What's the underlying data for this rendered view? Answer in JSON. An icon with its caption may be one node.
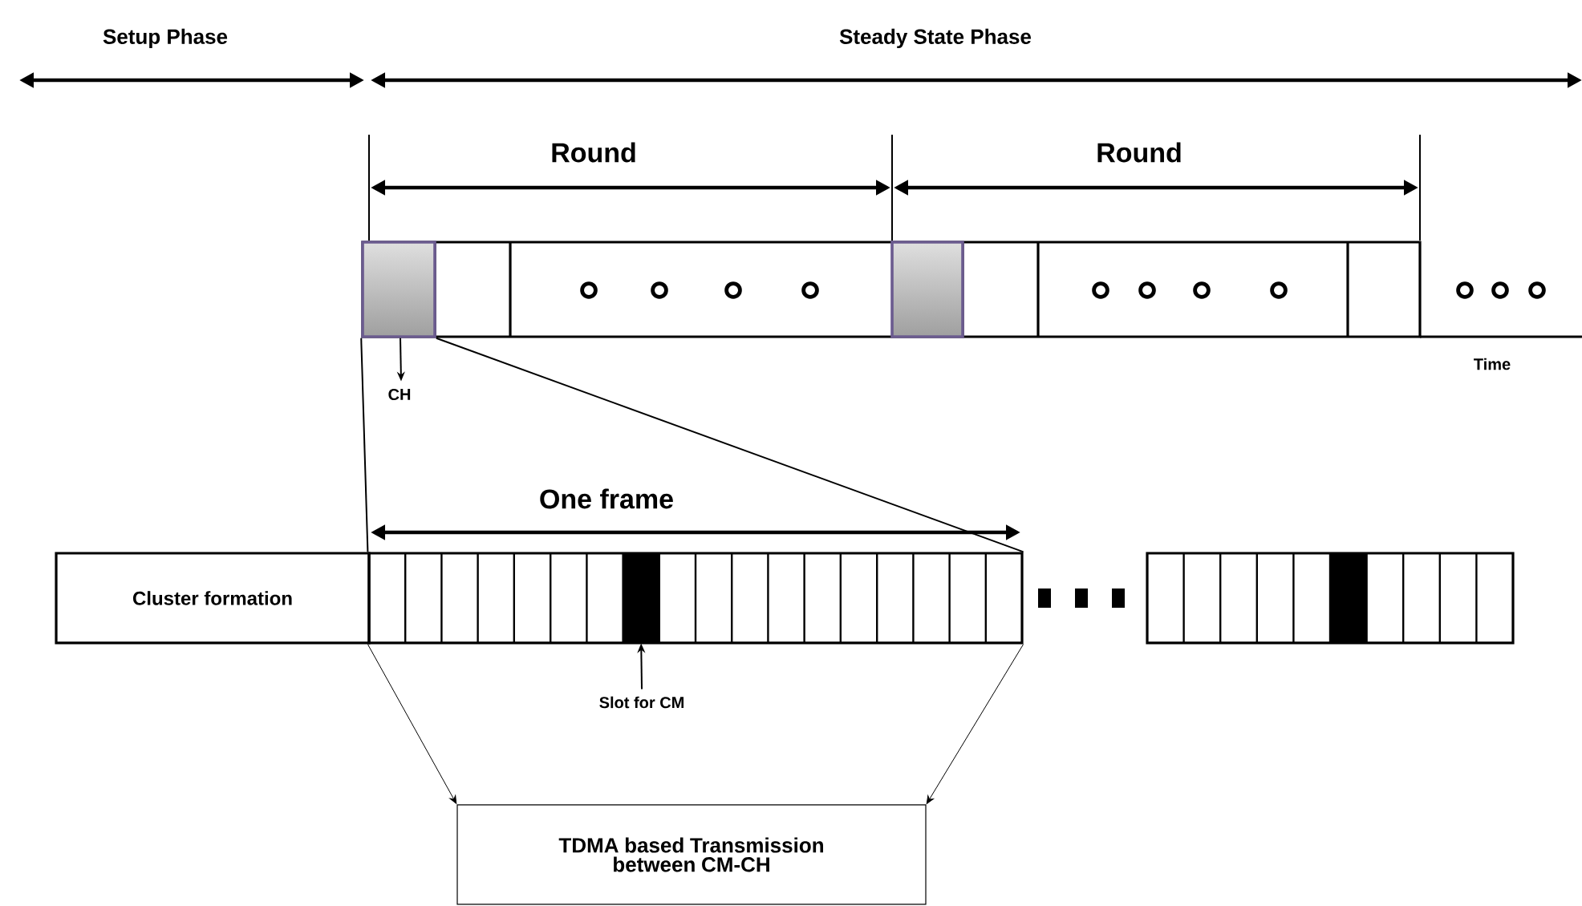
{
  "diagram": {
    "nodes": [
      {
        "text": [],
        "shape": "box"
      },
      {
        "text": [
          "CH"
        ]
      },
      {
        "text": [],
        "shape": "box"
      },
      {
        "text": [
          "Cluster formation"
        ]
      },
      {
        "text": [],
        "shape": "box"
      },
      {
        "text": [],
        "shape": "box",
        "in": 4
      },
      {
        "text": [
          "Slot for CM"
        ]
      },
      {
        "text": [
          "TDMA based Transmission between CM-CH"
        ]
      }
    ],
    "edges": [
      {
        "from": 0,
        "to": 1,
        "arrow": "to"
      },
      {
        "from": 6,
        "to": 5,
        "arrow": "to"
      },
      {
        "from": 0,
        "to": 4,
        "arrow": "none"
      },
      {
        "from": 0,
        "to": 4,
        "arrow": "none"
      },
      {
        "from": 4,
        "to": 7,
        "arrow": "to"
      },
      {
        "from": 4,
        "to": 7,
        "arrow": "to"
      }
    ],
    "labels": [
      "Setup Phase",
      "Steady State Phase",
      "Round",
      "Round",
      "Time",
      "One frame"
    ]
  }
}
